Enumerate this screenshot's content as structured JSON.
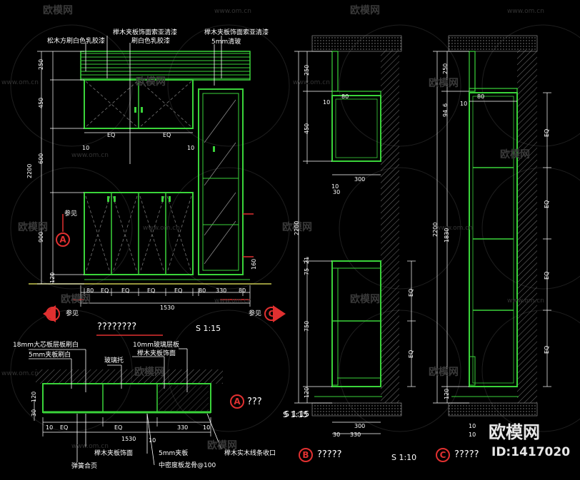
{
  "watermark": {
    "brand": "欧模网",
    "site": "www.om.cn"
  },
  "labels": {
    "top_left_1": "榉木夹板饰面索亚清漆",
    "top_left_2": "松木方刷白色乳胶漆",
    "top_mid": "刷白色乳胶漆",
    "top_right_1": "榉木夹板饰面索亚清漆",
    "top_right_2": "5mm清玻",
    "ref_tag_left": "参见",
    "ref_tag_bottom_left": "参见",
    "ref_tag_bottom_right": "参见",
    "plan_1": "18mm大芯板层板刷白",
    "plan_2": "5mm夹板刷白",
    "plan_3": "玻璃托",
    "plan_4": "10mm玻璃层板",
    "plan_5": "榉木夹板饰面",
    "plan_6": "榉木夹板饰面",
    "plan_7": "5mm夹板",
    "plan_8": "弹簧合页",
    "plan_9": "中密度板龙骨@100",
    "plan_10": "榉木实木线条收口"
  },
  "titles": {
    "front": "????????",
    "front_scale": "S 1:15",
    "plan_marker": "A",
    "plan": "???",
    "plan_scale": "S 1:15",
    "sec_b_marker": "B",
    "sec_b": "?????",
    "sec_b_scale": "S 1:10",
    "sec_c_marker": "C",
    "sec_c": "?????"
  },
  "markers": {
    "a": "A",
    "b": "B",
    "c": "C"
  },
  "dims": {
    "front_v": [
      "250",
      "450",
      "600",
      "900",
      "120",
      "2200"
    ],
    "front_h_top": [
      "10",
      "EQ",
      "EQ",
      "10"
    ],
    "front_h_bottom": [
      "80",
      "EQ",
      "EQ",
      "EQ",
      "EQ",
      "80",
      "330",
      "80"
    ],
    "front_total": "1530",
    "front_side": "160",
    "plan_h": [
      "10",
      "EQ",
      "EQ",
      "10",
      "330",
      "10"
    ],
    "plan_total": "1530",
    "plan_v": [
      "30",
      "120"
    ],
    "secb_v": [
      "250",
      "450",
      "2200",
      "21",
      "75",
      "750",
      "120"
    ],
    "secb_h": [
      "10",
      "80",
      "10",
      "300",
      "30",
      "300",
      "30",
      "330"
    ],
    "secb_eq": [
      "EQ",
      "EQ"
    ],
    "secc_v": [
      "250",
      "6",
      "94",
      "2200",
      "1830",
      "120"
    ],
    "secc_h": [
      "10",
      "80",
      "10",
      "10"
    ],
    "secc_eq": [
      "EQ",
      "EQ",
      "EQ",
      "EQ"
    ]
  },
  "brand_overlay": {
    "name": "欧模网",
    "id": "ID:1417020"
  }
}
